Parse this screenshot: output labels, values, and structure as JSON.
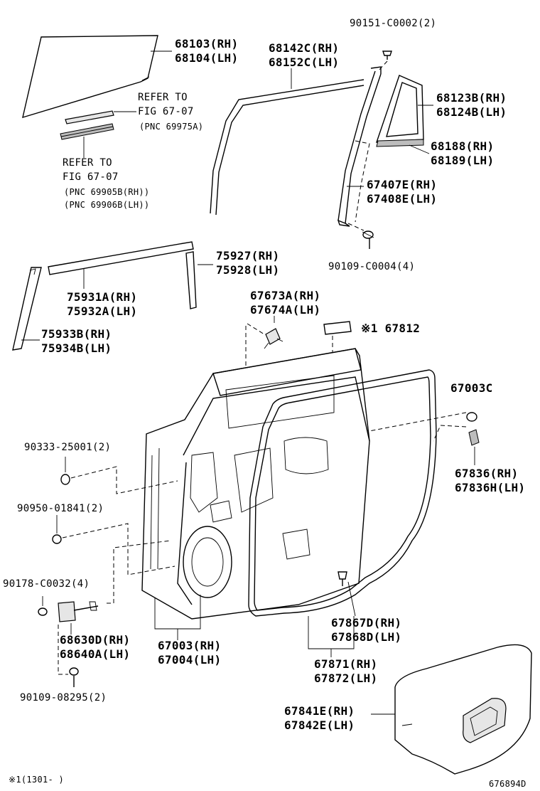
{
  "labels": {
    "p68103": "68103(RH)",
    "p68104": "68104(LH)",
    "refer1_a": "REFER TO",
    "refer1_b": "FIG 67-07",
    "refer1_c": "(PNC 69975A)",
    "refer2_a": "REFER TO",
    "refer2_b": "FIG 67-07",
    "refer2_c": "(PNC 69905B(RH))",
    "refer2_d": "(PNC 69906B(LH))",
    "p68142C": "68142C(RH)",
    "p68152C": "68152C(LH)",
    "p90151": "90151-C0002(2)",
    "p68123B": "68123B(RH)",
    "p68124B": "68124B(LH)",
    "p68188": "68188(RH)",
    "p68189": "68189(LH)",
    "p67407E": "67407E(RH)",
    "p67408E": "67408E(LH)",
    "p90109_4": "90109-C0004(4)",
    "p75927": "75927(RH)",
    "p75928": "75928(LH)",
    "p75931A": "75931A(RH)",
    "p75932A": "75932A(LH)",
    "p75933B": "75933B(RH)",
    "p75934B": "75934B(LH)",
    "p67673A": "67673A(RH)",
    "p67674A": "67674A(LH)",
    "p67812": "※1 67812",
    "p67003C": "67003C",
    "p90333": "90333-25001(2)",
    "p90950": "90950-01841(2)",
    "p67836": "67836(RH)",
    "p67836H": "67836H(LH)",
    "p90178": "90178-C0032(4)",
    "p68630D": "68630D(RH)",
    "p68640A": "68640A(LH)",
    "p67003": "67003(RH)",
    "p67004": "67004(LH)",
    "p67867D": "67867D(RH)",
    "p67868D": "67868D(LH)",
    "p67871": "67871(RH)",
    "p67872": "67872(LH)",
    "p90109_2": "90109-08295(2)",
    "p67841E": "67841E(RH)",
    "p67842E": "67842E(LH)",
    "footnote": "※1(1301-    )",
    "diagram_id": "676894D"
  }
}
